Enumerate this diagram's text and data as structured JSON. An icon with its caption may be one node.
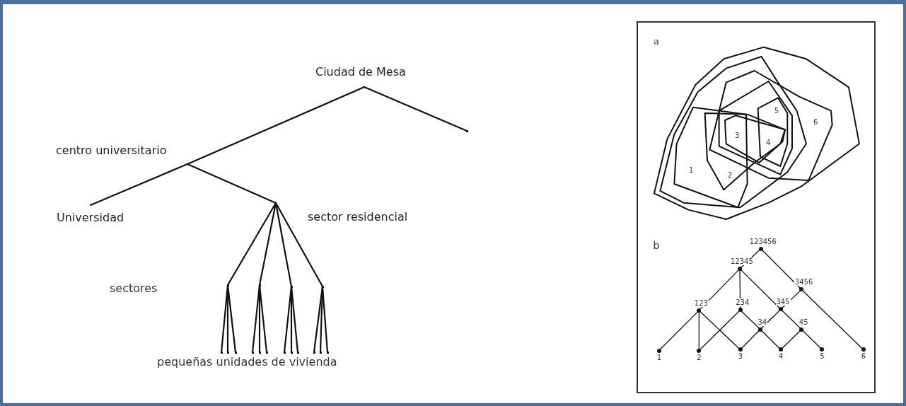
{
  "diagram": {
    "nodes": [
      {
        "text": [
          "Ciudad de Mesa"
        ]
      },
      {
        "text": [
          "centro universitario"
        ]
      },
      {
        "text": [],
        "shape": "point"
      },
      {
        "text": [
          "Universidad"
        ]
      },
      {
        "text": [
          "sector residencial"
        ]
      },
      {
        "text": [],
        "shape": "point"
      },
      {
        "text": [],
        "shape": "point"
      },
      {
        "text": [],
        "shape": "point"
      },
      {
        "text": [],
        "shape": "point"
      },
      {
        "text": [],
        "shape": "point"
      },
      {
        "text": [],
        "shape": "point"
      },
      {
        "text": [],
        "shape": "point"
      },
      {
        "text": [],
        "shape": "point"
      },
      {
        "text": [],
        "shape": "point"
      },
      {
        "text": [],
        "shape": "point"
      },
      {
        "text": [],
        "shape": "point"
      },
      {
        "text": [],
        "shape": "point"
      },
      {
        "text": [],
        "shape": "point"
      },
      {
        "text": [],
        "shape": "point"
      },
      {
        "text": [],
        "shape": "point"
      },
      {
        "text": [],
        "shape": "point"
      },
      {
        "text": [
          "123456"
        ]
      },
      {
        "text": [
          "12345"
        ]
      },
      {
        "text": [
          "3456"
        ]
      },
      {
        "text": [
          "123"
        ]
      },
      {
        "text": [
          "234"
        ]
      },
      {
        "text": [
          "345"
        ]
      },
      {
        "text": [
          "34"
        ]
      },
      {
        "text": [
          "45"
        ]
      },
      {
        "text": [
          "1"
        ]
      },
      {
        "text": [
          "2"
        ]
      },
      {
        "text": [
          "3"
        ]
      },
      {
        "text": [
          "4"
        ]
      },
      {
        "text": [
          "5"
        ]
      },
      {
        "text": [
          "6"
        ]
      }
    ],
    "edges": [
      {
        "from": 0,
        "to": 1,
        "arrow": "none"
      },
      {
        "from": 0,
        "to": 2,
        "arrow": "none"
      },
      {
        "from": 1,
        "to": 3,
        "arrow": "none"
      },
      {
        "from": 1,
        "to": 4,
        "arrow": "none"
      },
      {
        "from": 4,
        "to": 5,
        "arrow": "none"
      },
      {
        "from": 4,
        "to": 6,
        "arrow": "none"
      },
      {
        "from": 4,
        "to": 7,
        "arrow": "none"
      },
      {
        "from": 4,
        "to": 8,
        "arrow": "none"
      },
      {
        "from": 5,
        "to": 9,
        "arrow": "none"
      },
      {
        "from": 5,
        "to": 10,
        "arrow": "none"
      },
      {
        "from": 5,
        "to": 11,
        "arrow": "none"
      },
      {
        "from": 6,
        "to": 12,
        "arrow": "none"
      },
      {
        "from": 6,
        "to": 13,
        "arrow": "none"
      },
      {
        "from": 6,
        "to": 14,
        "arrow": "none"
      },
      {
        "from": 7,
        "to": 15,
        "arrow": "none"
      },
      {
        "from": 7,
        "to": 16,
        "arrow": "none"
      },
      {
        "from": 7,
        "to": 17,
        "arrow": "none"
      },
      {
        "from": 8,
        "to": 18,
        "arrow": "none"
      },
      {
        "from": 8,
        "to": 19,
        "arrow": "none"
      },
      {
        "from": 8,
        "to": 20,
        "arrow": "none"
      },
      {
        "from": 21,
        "to": 22,
        "arrow": "none"
      },
      {
        "from": 21,
        "to": 23,
        "arrow": "none"
      },
      {
        "from": 22,
        "to": 24,
        "arrow": "none"
      },
      {
        "from": 22,
        "to": 25,
        "arrow": "none"
      },
      {
        "from": 22,
        "to": 26,
        "arrow": "none"
      },
      {
        "from": 23,
        "to": 26,
        "arrow": "none"
      },
      {
        "from": 23,
        "to": 34,
        "arrow": "none"
      },
      {
        "from": 24,
        "to": 29,
        "arrow": "none"
      },
      {
        "from": 24,
        "to": 30,
        "arrow": "none"
      },
      {
        "from": 24,
        "to": 31,
        "arrow": "none"
      },
      {
        "from": 25,
        "to": 30,
        "arrow": "none"
      },
      {
        "from": 25,
        "to": 27,
        "arrow": "none"
      },
      {
        "from": 26,
        "to": 27,
        "arrow": "none"
      },
      {
        "from": 26,
        "to": 28,
        "arrow": "none"
      },
      {
        "from": 27,
        "to": 31,
        "arrow": "none"
      },
      {
        "from": 27,
        "to": 32,
        "arrow": "none"
      },
      {
        "from": 28,
        "to": 32,
        "arrow": "none"
      },
      {
        "from": 28,
        "to": 33,
        "arrow": "none"
      }
    ],
    "labels": [
      "a",
      "5",
      "6",
      "3",
      "4",
      "1",
      "2",
      "b",
      "sectores",
      "pequeñas unidades de vivienda"
    ]
  }
}
